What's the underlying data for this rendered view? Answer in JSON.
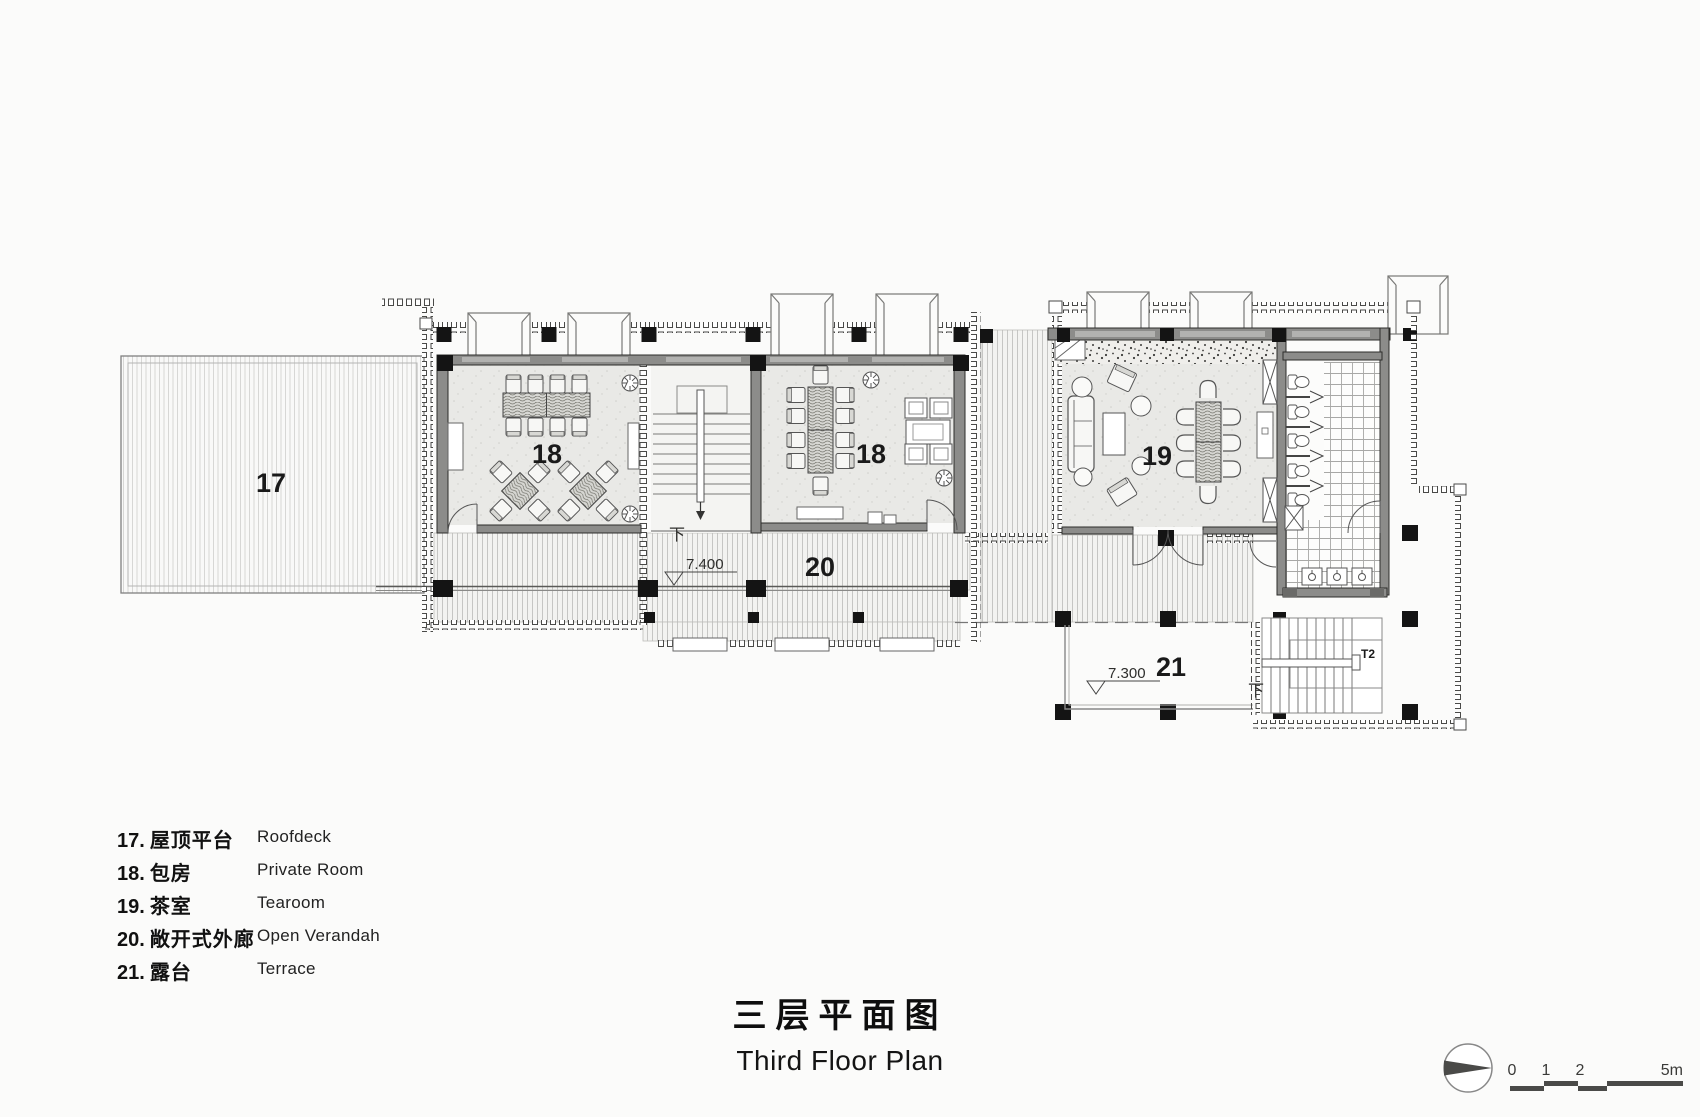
{
  "title": {
    "zh": "三层平面图",
    "en": "Third Floor Plan"
  },
  "legend": {
    "items": [
      {
        "num": "17.",
        "zh": "屋顶平台",
        "en": "Roofdeck"
      },
      {
        "num": "18.",
        "zh": "包房",
        "en": "Private Room"
      },
      {
        "num": "19.",
        "zh": "茶室",
        "en": "Tearoom"
      },
      {
        "num": "20.",
        "zh": "敞开式外廊",
        "en": "Open Verandah"
      },
      {
        "num": "21.",
        "zh": "露台",
        "en": "Terrace"
      }
    ]
  },
  "plan": {
    "labels": {
      "roofdeck": "17",
      "private_room_west": "18",
      "private_room_east": "18",
      "tearoom": "19",
      "verandah": "20",
      "terrace": "21"
    },
    "annotations": {
      "level_verandah": "7.400",
      "level_terrace": "7.300",
      "down_main_stair": "下",
      "down_terrace_stair": "下",
      "stair_t2": "T2"
    }
  },
  "scale_bar": {
    "ticks": [
      "0",
      "1",
      "2",
      "5m"
    ]
  },
  "colors": {
    "ink": "#2e2e2c",
    "wall": "#8c8c8a",
    "column": "#141414",
    "hatch": "#c6c6c4",
    "paper": "#fbfbfa"
  }
}
